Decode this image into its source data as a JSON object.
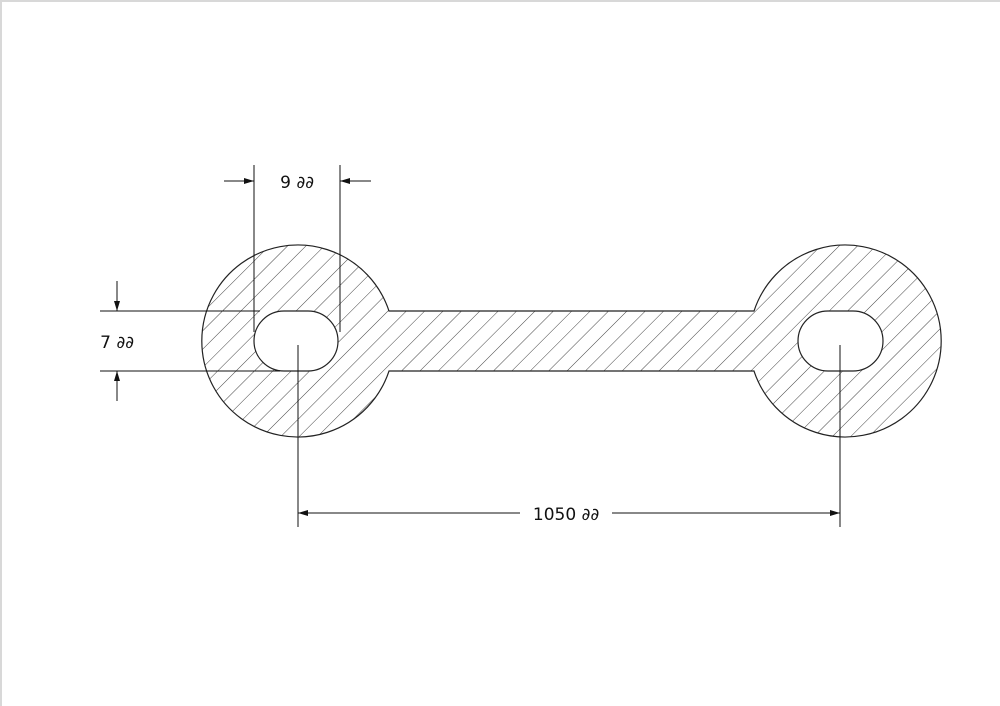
{
  "drawing": {
    "dimensions": {
      "slot_width": "9 ∂∂",
      "slot_height": "7 ∂∂",
      "center_distance": "1050 ∂∂"
    },
    "colors": {
      "line": "#222222",
      "hatch": "#444444",
      "background": "#ffffff"
    }
  }
}
